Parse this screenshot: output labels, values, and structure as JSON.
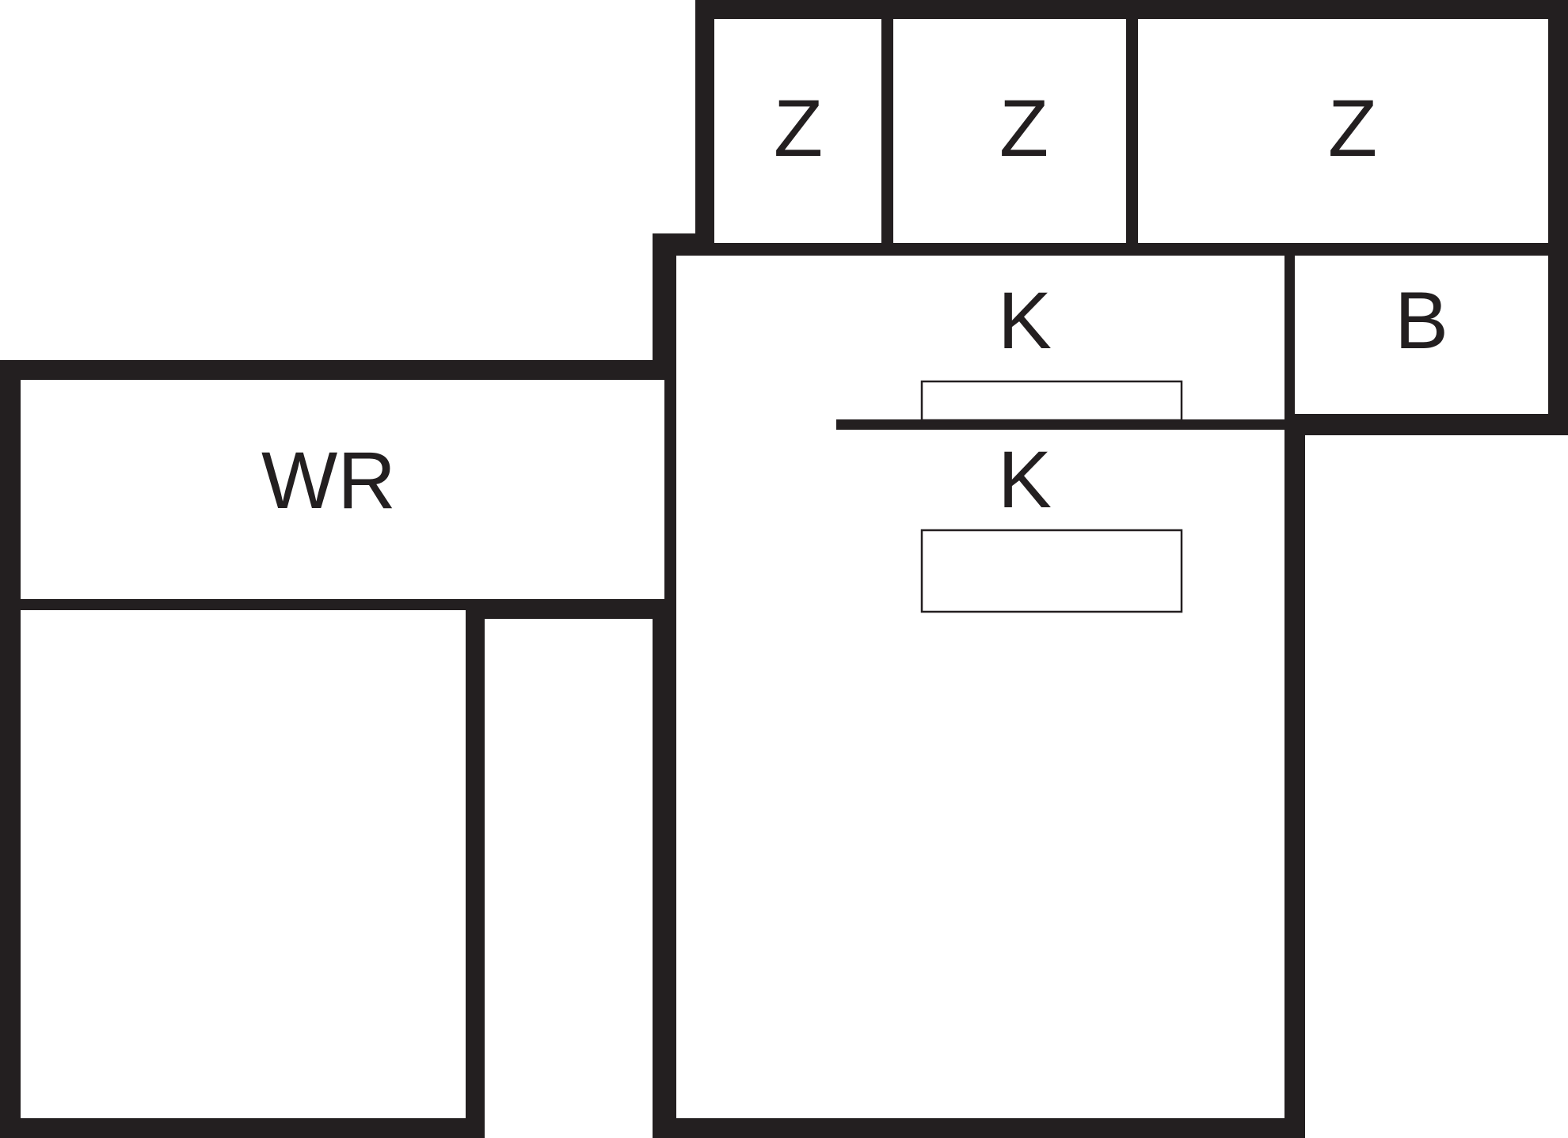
{
  "rooms": {
    "z1": {
      "label": "Z"
    },
    "z2": {
      "label": "Z"
    },
    "z3": {
      "label": "Z"
    },
    "k1": {
      "label": "K"
    },
    "k2": {
      "label": "K"
    },
    "b": {
      "label": "B"
    },
    "wr": {
      "label": "WR"
    }
  },
  "colors": {
    "wall": "#231f20",
    "background": "#ffffff"
  }
}
